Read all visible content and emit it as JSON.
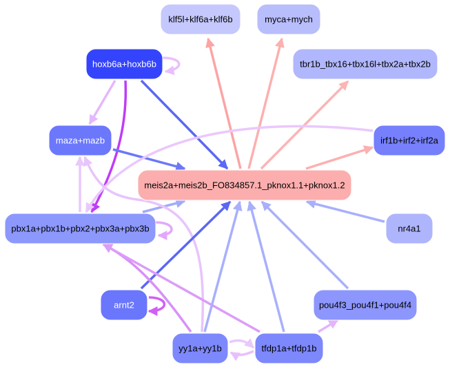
{
  "diagram": {
    "type": "directed-graph",
    "nodes": [
      {
        "id": "klf",
        "label": "klf5l+klf6a+klf6b",
        "fill": "#c5c8fc",
        "text": "#000000"
      },
      {
        "id": "myc",
        "label": "myca+mych",
        "fill": "#b8bdfc",
        "text": "#000000"
      },
      {
        "id": "hoxb6",
        "label": "hoxb6a+hoxb6b",
        "fill": "#3444fc",
        "text": "#ffffff"
      },
      {
        "id": "tbr1",
        "label": "tbr1b_tbx16+tbx16l+tbx2a+tbx2b",
        "fill": "#b1b7fc",
        "text": "#000000"
      },
      {
        "id": "maza",
        "label": "maza+mazb",
        "fill": "#6b78fc",
        "text": "#ffffff"
      },
      {
        "id": "irf",
        "label": "irf1b+irf2+irf2a",
        "fill": "#7680fc",
        "text": "#000000"
      },
      {
        "id": "meis",
        "label": "meis2a+meis2b_FO834857.1_pknox1.1+pknox1.2",
        "fill": "#fcaeae",
        "text": "#000000"
      },
      {
        "id": "pbx",
        "label": "pbx1a+pbx1b+pbx2+pbx3a+pbx3b",
        "fill": "#8c98fc",
        "text": "#000000"
      },
      {
        "id": "nr4a1",
        "label": "nr4a1",
        "fill": "#aeb5fc",
        "text": "#000000"
      },
      {
        "id": "arnt2",
        "label": "arnt2",
        "fill": "#6a76fc",
        "text": "#ffffff"
      },
      {
        "id": "pou4f",
        "label": "pou4f3_pou4f1+pou4f4",
        "fill": "#8c96fc",
        "text": "#000000"
      },
      {
        "id": "yy1",
        "label": "yy1a+yy1b",
        "fill": "#7d88fc",
        "text": "#000000"
      },
      {
        "id": "tfdp",
        "label": "tfdp1a+tfdp1b",
        "fill": "#7d88fc",
        "text": "#000000"
      }
    ],
    "edges": [
      {
        "from": "meis",
        "to": "klf",
        "color": "#fca4a4"
      },
      {
        "from": "meis",
        "to": "myc",
        "color": "#fcb0b0"
      },
      {
        "from": "meis",
        "to": "tbr1",
        "color": "#fcb4b4"
      },
      {
        "from": "meis",
        "to": "irf",
        "color": "#fcb0b0"
      },
      {
        "from": "hoxb6",
        "to": "hoxb6",
        "color": "#e8c0fc"
      },
      {
        "from": "hoxb6",
        "to": "maza",
        "color": "#e4b8fc"
      },
      {
        "from": "hoxb6",
        "to": "pbx",
        "color": "#bf3cf8"
      },
      {
        "from": "hoxb6",
        "to": "meis",
        "color": "#5a68f4"
      },
      {
        "from": "maza",
        "to": "meis",
        "color": "#6a78f8"
      },
      {
        "from": "irf",
        "to": "pbx",
        "color": "#eac8fc"
      },
      {
        "from": "pbx",
        "to": "maza",
        "color": "#eac8fc"
      },
      {
        "from": "pbx",
        "to": "meis",
        "color": "#a0aafc"
      },
      {
        "from": "pbx",
        "to": "pbx",
        "color": "#e2a8fc"
      },
      {
        "from": "yy1",
        "to": "maza",
        "color": "#e8c4fc"
      },
      {
        "from": "arnt2",
        "to": "meis",
        "color": "#5a68f4"
      },
      {
        "from": "arnt2",
        "to": "arnt2",
        "color": "#d060f4"
      },
      {
        "from": "yy1",
        "to": "pbx",
        "color": "#d890f8"
      },
      {
        "from": "tfdp",
        "to": "pbx",
        "color": "#dc9cf8"
      },
      {
        "from": "yy1",
        "to": "meis",
        "color": "#a8b0fc"
      },
      {
        "from": "tfdp",
        "to": "meis",
        "color": "#a8b0fc"
      },
      {
        "from": "pou4f",
        "to": "meis",
        "color": "#a8b0fc"
      },
      {
        "from": "nr4a1",
        "to": "meis",
        "color": "#a8b0fc"
      },
      {
        "from": "yy1",
        "to": "tfdp",
        "color": "#eac8fc"
      },
      {
        "from": "tfdp",
        "to": "yy1",
        "color": "#e8c0fc"
      },
      {
        "from": "tfdp",
        "to": "pou4f",
        "color": "#e4b4fc"
      }
    ]
  }
}
